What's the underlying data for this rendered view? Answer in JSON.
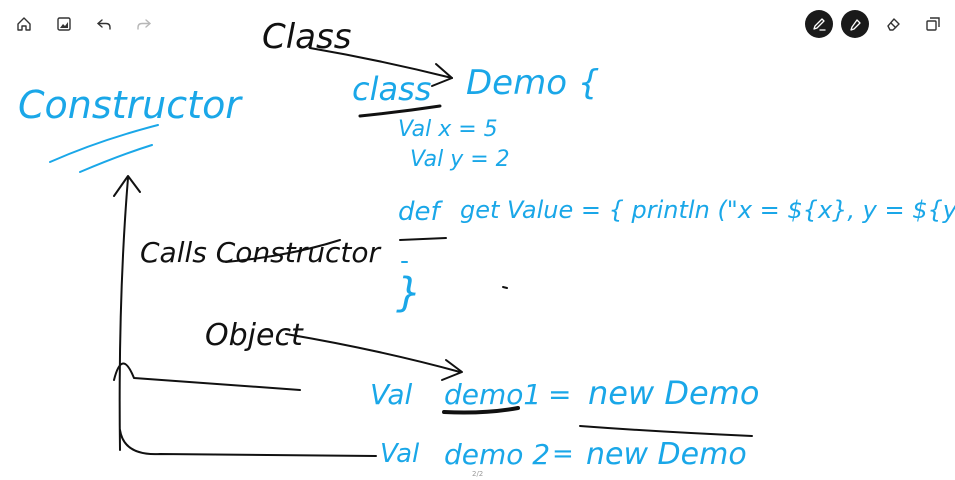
{
  "toolbar": {
    "left": [
      {
        "name": "home-icon",
        "glyph": "home",
        "enabled": true
      },
      {
        "name": "image-icon",
        "glyph": "image",
        "enabled": true
      },
      {
        "name": "undo-icon",
        "glyph": "undo",
        "enabled": true
      },
      {
        "name": "redo-icon",
        "glyph": "redo",
        "enabled": false
      }
    ],
    "right": [
      {
        "name": "pen-icon",
        "glyph": "pen",
        "active": true
      },
      {
        "name": "highlighter-icon",
        "glyph": "highlighter",
        "active": true
      },
      {
        "name": "eraser-icon",
        "glyph": "eraser",
        "active": false
      },
      {
        "name": "select-icon",
        "glyph": "select",
        "active": false
      }
    ]
  },
  "colors": {
    "ink_blue": "#1aa7e8",
    "ink_black": "#111111"
  },
  "canvas": {
    "label_class": "Class",
    "label_constructor": "Constructor",
    "label_calls_constructor": "Calls Constructor",
    "label_object": "Object",
    "code_class_kw": "class",
    "code_class_decl": "Demo {",
    "code_val_x": "Val  x = 5",
    "code_val_y": "Val y = 2",
    "code_def_kw": "def",
    "code_getvalue": "get Value = { println (\"x = ${x}, y = ${y}\")",
    "code_close_brace": "}",
    "code_val1_kw": "Val",
    "code_demo1": "demo1",
    "code_eq1": "=",
    "code_new1": "new Demo",
    "code_val2_kw": "Val",
    "code_demo2": "demo 2",
    "code_eq2": "=",
    "code_new2": "new Demo"
  },
  "page_indicator": "2/2"
}
